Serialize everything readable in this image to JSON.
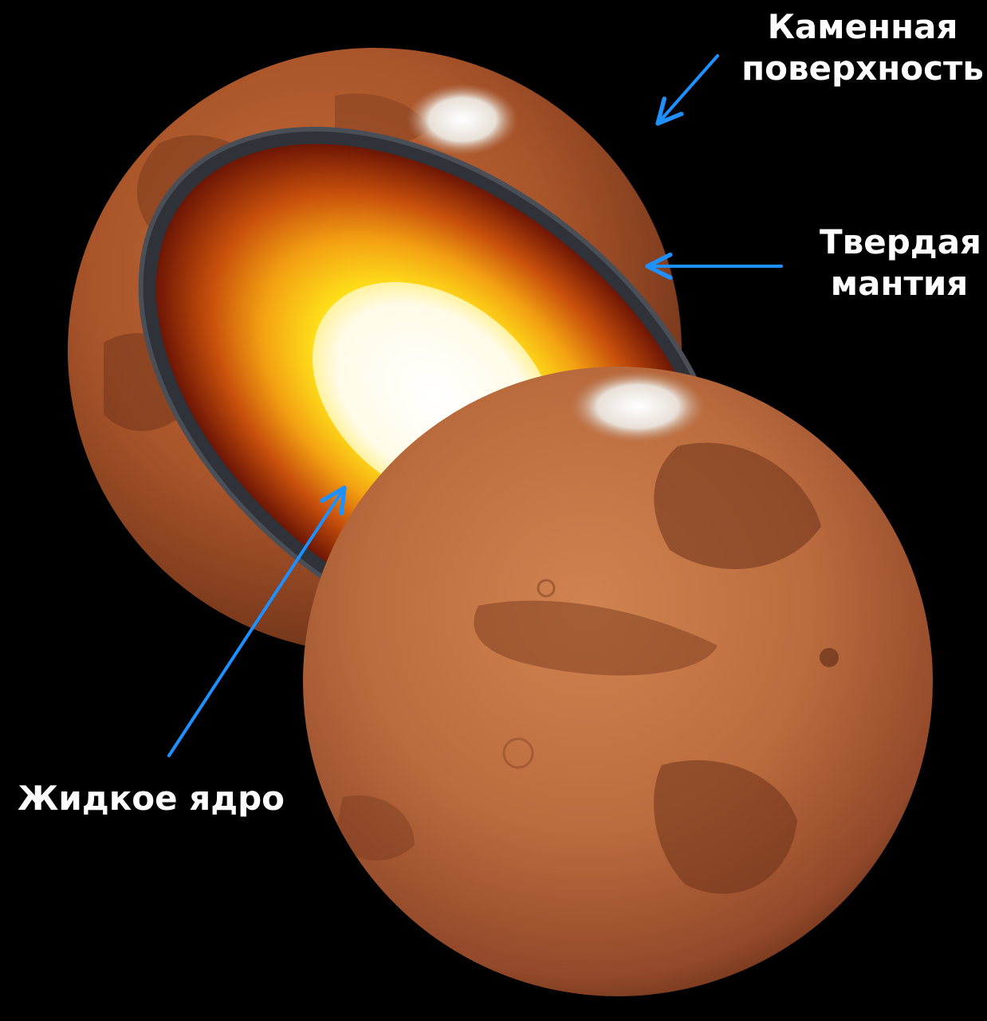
{
  "labels": {
    "surface": {
      "line1": "Каменная",
      "line2": "поверхность"
    },
    "mantle": {
      "line1": "Твердая",
      "line2": "мантия"
    },
    "core": "Жидкое ядро"
  },
  "colors": {
    "background": "#000000",
    "arrow": "#1e90ff",
    "label_text": "#ffffff",
    "mars_surface": "#b85e33",
    "mars_dark": "#6e3218",
    "crust": "#3a3d44",
    "mantle_outer": "#7a1a05",
    "mantle_mid": "#e07010",
    "mantle_inner": "#ffe020",
    "core": "#ffffff"
  }
}
